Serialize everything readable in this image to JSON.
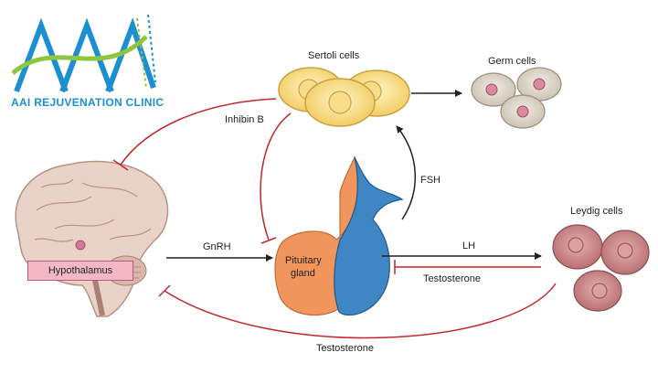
{
  "logo": {
    "text": "AAI REJUVENATION CLINIC",
    "colors": {
      "blue": "#1c8fd0",
      "green": "#8ec63f"
    }
  },
  "nodes": {
    "sertoli": "Sertoli cells",
    "germ": "Germ cells",
    "leydig": "Leydig cells",
    "hypothalamus": "Hypothalamus",
    "pituitary_line1": "Pituitary",
    "pituitary_line2": "gland"
  },
  "edges": {
    "inhibin": "Inhibin B",
    "fsh": "FSH",
    "gnrh": "GnRH",
    "lh": "LH",
    "testosterone_pituitary": "Testosterone",
    "testosterone_hypothalamus": "Testosterone"
  },
  "colors": {
    "inhibitory": "#c0282d",
    "stimulatory": "#222222",
    "sertoli": "#f5d37a",
    "germ": "#d8d0c3",
    "leydig": "#c98486",
    "pituitary_anterior": "#f0955b",
    "pituitary_posterior": "#3e86c4",
    "brain": "#e8cfc4"
  }
}
